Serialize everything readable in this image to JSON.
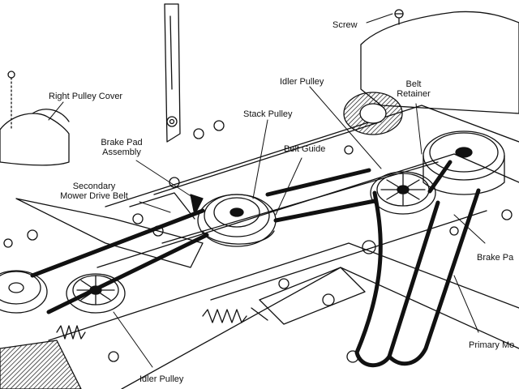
{
  "diagram": {
    "labels": {
      "screw": "Screw",
      "right_pulley_cover": "Right Pulley Cover",
      "brake_pad_assembly_1": "Brake Pad",
      "brake_pad_assembly_2": "Assembly",
      "secondary_belt_1": "Secondary",
      "secondary_belt_2": "Mower Drive Belt",
      "idler_pulley_top": "Idler Pulley",
      "stack_pulley": "Stack Pulley",
      "belt_guide": "Belt Guide",
      "belt_retainer_1": "Belt",
      "belt_retainer_2": "Retainer",
      "brake_pad_right": "Brake Pa",
      "primary_belt": "Primary Mo",
      "idler_pulley_bottom": "Idler Pulley"
    },
    "colors": {
      "ink": "#111111",
      "paper": "#ffffff"
    }
  }
}
